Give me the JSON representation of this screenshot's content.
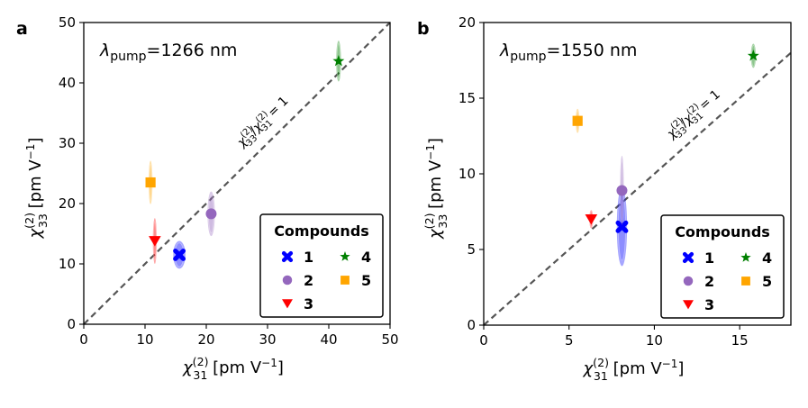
{
  "figure": {
    "panels": [
      {
        "label": "a",
        "annotation": "λpump=1266 nm",
        "annotation_symbol": "λ",
        "annotation_sub": "pump",
        "annotation_rest": "=1266 nm"
      },
      {
        "label": "b",
        "annotation": "λpump=1550 nm",
        "annotation_symbol": "λ",
        "annotation_sub": "pump",
        "annotation_rest": "=1550 nm"
      }
    ],
    "legend_title": "Compounds",
    "diagonal_label": "χ33(2)/χ31(2) = 1"
  },
  "chart_data": [
    {
      "type": "scatter",
      "panel": "a",
      "title": "λpump=1266 nm",
      "xlabel": "χ31(2) [pm V−1]",
      "ylabel": "χ33(2) [pm V−1]",
      "xlim": [
        0,
        50
      ],
      "ylim": [
        0,
        50
      ],
      "xticks": [
        0,
        10,
        20,
        30,
        40,
        50
      ],
      "yticks": [
        0,
        10,
        20,
        30,
        40,
        50
      ],
      "grid": false,
      "legend_position": "lower right",
      "reference_line": {
        "label": "χ33(2)/χ31(2) = 1",
        "slope": 1,
        "style": "dashed",
        "color": "#555555"
      },
      "series": [
        {
          "name": "1",
          "marker": "X",
          "color": "#0000ff",
          "x": 15.6,
          "y": 11.5,
          "x_err": 1.0,
          "y_err": 2.3
        },
        {
          "name": "2",
          "marker": "circle",
          "color": "#9467bd",
          "x": 20.8,
          "y": 18.3,
          "x_err": 0.6,
          "y_err": 3.7
        },
        {
          "name": "3",
          "marker": "triangle-down",
          "color": "#ff0000",
          "x": 11.6,
          "y": 13.8,
          "x_err": 0.2,
          "y_err": 3.8
        },
        {
          "name": "4",
          "marker": "star",
          "color": "#008000",
          "x": 41.6,
          "y": 43.6,
          "x_err": 0.4,
          "y_err": 3.4
        },
        {
          "name": "5",
          "marker": "square",
          "color": "#ffa500",
          "x": 10.9,
          "y": 23.5,
          "x_err": 0.3,
          "y_err": 3.6
        }
      ]
    },
    {
      "type": "scatter",
      "panel": "b",
      "title": "λpump=1550 nm",
      "xlabel": "χ31(2) [pm V−1]",
      "ylabel": "χ33(2) [pm V−1]",
      "xlim": [
        0,
        18
      ],
      "ylim": [
        0,
        20
      ],
      "xticks": [
        0,
        5,
        10,
        15
      ],
      "yticks": [
        0,
        5,
        10,
        15,
        20
      ],
      "grid": false,
      "legend_position": "lower right",
      "reference_line": {
        "label": "χ33(2)/χ31(2) = 1",
        "slope": 1,
        "style": "dashed",
        "color": "#555555"
      },
      "series": [
        {
          "name": "1",
          "marker": "X",
          "color": "#0000ff",
          "x": 8.1,
          "y": 6.5,
          "x_err": 0.3,
          "y_err": 2.6
        },
        {
          "name": "2",
          "marker": "circle",
          "color": "#9467bd",
          "x": 8.1,
          "y": 8.9,
          "x_err": 0.1,
          "y_err": 2.3
        },
        {
          "name": "3",
          "marker": "triangle-down",
          "color": "#ff0000",
          "x": 6.3,
          "y": 7.0,
          "x_err": 0.05,
          "y_err": 0.6
        },
        {
          "name": "4",
          "marker": "star",
          "color": "#008000",
          "x": 15.8,
          "y": 17.8,
          "x_err": 0.15,
          "y_err": 0.8
        },
        {
          "name": "5",
          "marker": "square",
          "color": "#ffa500",
          "x": 5.5,
          "y": 13.5,
          "x_err": 0.1,
          "y_err": 0.8
        }
      ]
    }
  ]
}
